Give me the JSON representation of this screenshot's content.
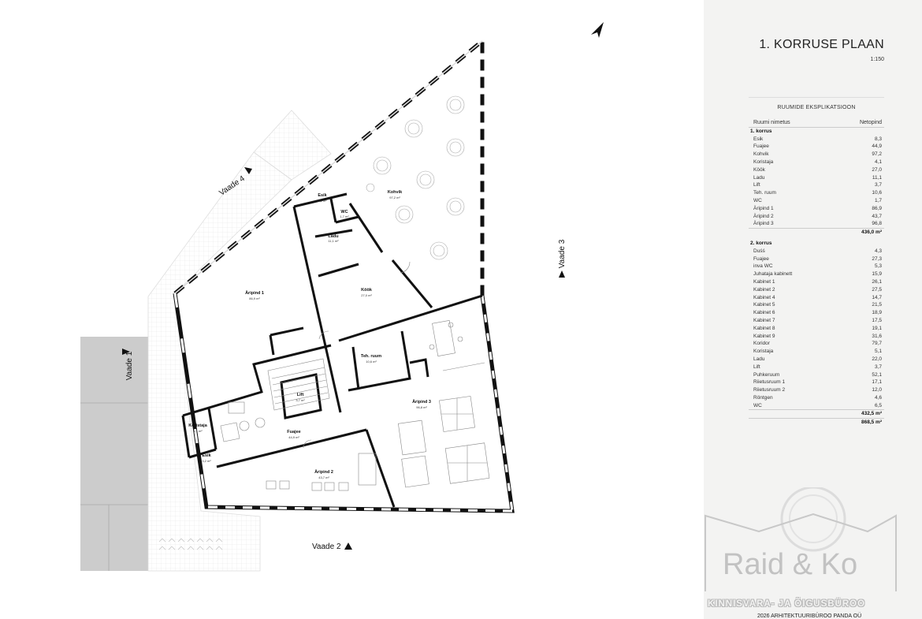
{
  "sheet": {
    "title": "1. KORRUSE PLAAN",
    "scale": "1:150"
  },
  "table": {
    "caption": "RUUMIDE EKSPLIKATSIOON",
    "col_name": "Ruumi nimetus",
    "col_area": "Netopind",
    "groups": [
      {
        "name": "1. korrus",
        "rows": [
          [
            "Esik",
            "8,3"
          ],
          [
            "Fuajee",
            "44,9"
          ],
          [
            "Kohvik",
            "97,2"
          ],
          [
            "Koristaja",
            "4,1"
          ],
          [
            "Köök",
            "27,0"
          ],
          [
            "Ladu",
            "11,1"
          ],
          [
            "Lift",
            "3,7"
          ],
          [
            "Teh. ruum",
            "10,6"
          ],
          [
            "WC",
            "1,7"
          ],
          [
            "Äripind 1",
            "86,9"
          ],
          [
            "Äripind 2",
            "43,7"
          ],
          [
            "Äripind 3",
            "96,8"
          ]
        ],
        "total": "436,0 m²"
      },
      {
        "name": "2. korrus",
        "rows": [
          [
            "Duśś",
            "4,3"
          ],
          [
            "Fuajee",
            "27,3"
          ],
          [
            "inva WC",
            "5,3"
          ],
          [
            "Juhataja kabinett",
            "15,9"
          ],
          [
            "Kabinet 1",
            "26,1"
          ],
          [
            "Kabinet 2",
            "27,5"
          ],
          [
            "Kabinet 4",
            "14,7"
          ],
          [
            "Kabinet 5",
            "21,5"
          ],
          [
            "Kabinet 6",
            "18,9"
          ],
          [
            "Kabinet 7",
            "17,5"
          ],
          [
            "Kabinet 8",
            "19,1"
          ],
          [
            "Kabinet 9",
            "31,6"
          ],
          [
            "Koridor",
            "79,7"
          ],
          [
            "Koristaja",
            "5,1"
          ],
          [
            "Ladu",
            "22,0"
          ],
          [
            "Lift",
            "3,7"
          ],
          [
            "Puhkeruum",
            "52,1"
          ],
          [
            "Riietusruum 1",
            "17,1"
          ],
          [
            "Riietusruum 2",
            "12,0"
          ],
          [
            "Röntgen",
            "4,6"
          ],
          [
            "WC",
            "6,5"
          ]
        ],
        "total": "432,5 m²"
      }
    ],
    "grand_total": "868,5 m²"
  },
  "plan": {
    "rooms": {
      "esik_top": {
        "name": "Esik",
        "area": "8,1 m²"
      },
      "wc": {
        "name": "WC",
        "area": "1,7 m²"
      },
      "kohvik": {
        "name": "Kohvik",
        "area": "97,2 m²"
      },
      "ladu": {
        "name": "Ladu",
        "area": "11,1 m²"
      },
      "aripind1": {
        "name": "Äripind 1",
        "area": "86,9 m²"
      },
      "kook": {
        "name": "Köök",
        "area": "27,0 m²"
      },
      "tehruum": {
        "name": "Teh. ruum",
        "area": "10,6 m²"
      },
      "lift": {
        "name": "Lift",
        "area": "3,7 m²"
      },
      "aripind3": {
        "name": "Äripind 3",
        "area": "96,8 m²"
      },
      "koristaja": {
        "name": "Koristaja",
        "area": "4,1 m²"
      },
      "fuajee": {
        "name": "Fuajee",
        "area": "44,9 m²"
      },
      "esik_bottom": {
        "name": "Esik",
        "area": "3,2 m²"
      },
      "aripind2": {
        "name": "Äripind 2",
        "area": "43,7 m²"
      }
    },
    "views": {
      "v1": "Vaade 1",
      "v2": "Vaade 2",
      "v3": "Vaade 3",
      "v4": "Vaade 4"
    }
  },
  "watermark": {
    "name": "Raid & Ko",
    "subtitle": "KINNISVARA- JA ÕIGUSBÜROO"
  },
  "credit": "2026 ARHITEKTUURIBÜROO PANDA OÜ"
}
